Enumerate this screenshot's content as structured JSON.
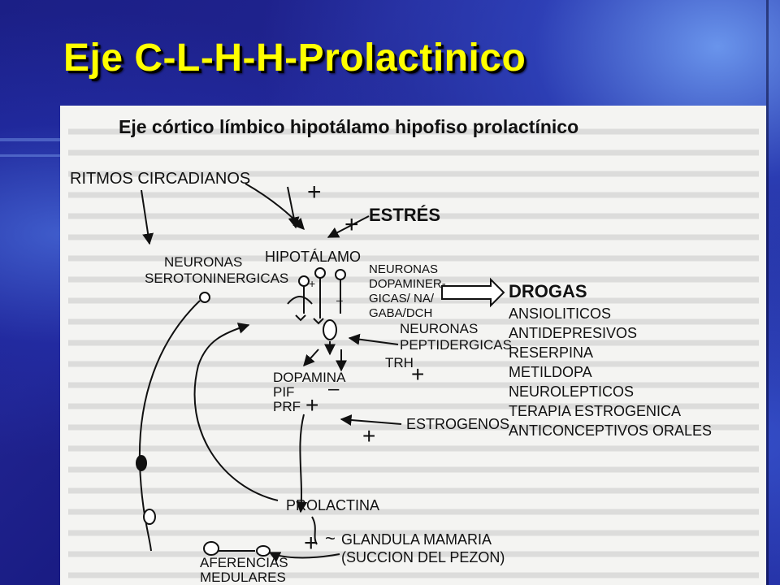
{
  "slide": {
    "title": "Eje C-L-H-H-Prolactinico"
  },
  "diagram": {
    "heading": "Eje córtico límbico hipotálamo hipofiso prolactínico",
    "nodes": {
      "ritmos_circadianos": "RITMOS CIRCADIANOS",
      "estres": "ESTRÉS",
      "hipotalamo": "HIPOTÁLAMO",
      "neuronas_serotoninergicas_1": "NEURONAS",
      "neuronas_serotoninergicas_2": "SEROTONINERGICAS",
      "neuronas_dopaminergicas_1": "NEURONAS",
      "neuronas_dopaminergicas_2": "DOPAMINER-",
      "neuronas_dopaminergicas_3": "GICAS/ NA/",
      "neuronas_dopaminergicas_4": "GABA/DCH",
      "drogas": "DROGAS",
      "drugs": [
        "ANSIOLITICOS",
        "ANTIDEPRESIVOS",
        "RESERPINA",
        "METILDOPA",
        "NEUROLEPTICOS",
        "TERAPIA ESTROGENICA",
        "ANTICONCEPTIVOS ORALES"
      ],
      "neuronas_peptidergicas_1": "NEURONAS",
      "neuronas_peptidergicas_2": "PEPTIDERGICAS",
      "trh": "TRH",
      "dopamina": "DOPAMINA",
      "pif": "PIF",
      "prf": "PRF",
      "estrogenos": "ESTROGENOS",
      "prolactina": "PROLACTINA",
      "glandula_mamaria_1": "GLANDULA MAMARIA",
      "glandula_mamaria_2": "(SUCCION DEL PEZON)",
      "aferencias_1": "AFERENCIAS",
      "aferencias_2": "MEDULARES"
    },
    "signs": {
      "plus": "+",
      "minus": "–",
      "tilde": "~"
    }
  }
}
